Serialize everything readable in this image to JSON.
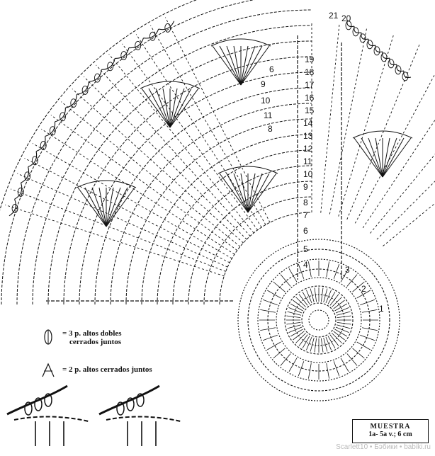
{
  "diagram": {
    "round_labels_center": [
      "1",
      "2",
      "3",
      "4",
      "5",
      "6",
      "7",
      "8",
      "9",
      "10",
      "11",
      "12",
      "13",
      "14",
      "15",
      "16",
      "17",
      "18",
      "19",
      "20",
      "21"
    ],
    "round_labels_left": [
      "6",
      "9",
      "10",
      "11",
      "8"
    ],
    "legend": {
      "symbol1_line1": "= 3 p. altos dobles",
      "symbol1_line2": "cerrados juntos",
      "symbol2_line1": "= 2 p. altos cerrados juntos"
    },
    "sample": {
      "title": "MUESTRA",
      "subtitle": "1a- 5a v.; 6 cm"
    },
    "watermark": "Scarlett10 • Бэбики • babiki.ru",
    "colors": {
      "ink": "#111111",
      "paper": "#ffffff"
    }
  }
}
